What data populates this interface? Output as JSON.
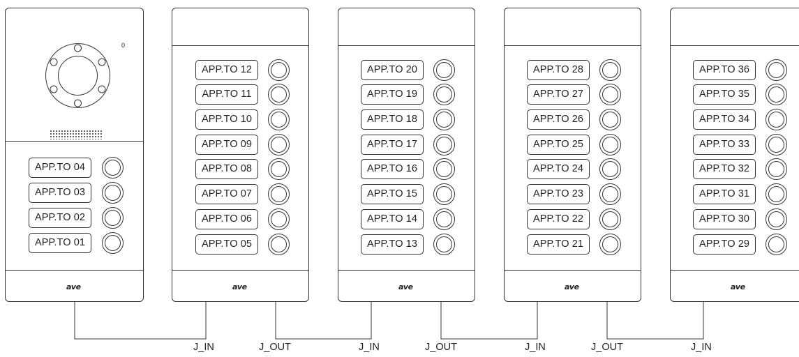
{
  "panel1": {
    "indicator": "0",
    "buttons": [
      "APP.TO 04",
      "APP.TO 03",
      "APP.TO 02",
      "APP.TO 01"
    ],
    "logo": "ave"
  },
  "panel2": {
    "buttons": [
      "APP.TO 12",
      "APP.TO 11",
      "APP.TO 10",
      "APP.TO 09",
      "APP.TO 08",
      "APP.TO 07",
      "APP.TO 06",
      "APP.TO 05"
    ],
    "logo": "ave"
  },
  "panel3": {
    "buttons": [
      "APP.TO 20",
      "APP.TO 19",
      "APP.TO 18",
      "APP.TO 17",
      "APP.TO 16",
      "APP.TO 15",
      "APP.TO 14",
      "APP.TO 13"
    ],
    "logo": "ave"
  },
  "panel4": {
    "buttons": [
      "APP.TO 28",
      "APP.TO 27",
      "APP.TO 26",
      "APP.TO 25",
      "APP.TO 24",
      "APP.TO 23",
      "APP.TO 22",
      "APP.TO 21"
    ],
    "logo": "ave"
  },
  "panel5": {
    "buttons": [
      "APP.TO 36",
      "APP.TO 35",
      "APP.TO 34",
      "APP.TO 33",
      "APP.TO 32",
      "APP.TO 31",
      "APP.TO 30",
      "APP.TO 29"
    ],
    "logo": "ave"
  },
  "terminals": [
    "J_IN",
    "J_OUT",
    "J_IN",
    "J_OUT",
    "J_IN",
    "J_OUT",
    "J_IN"
  ]
}
